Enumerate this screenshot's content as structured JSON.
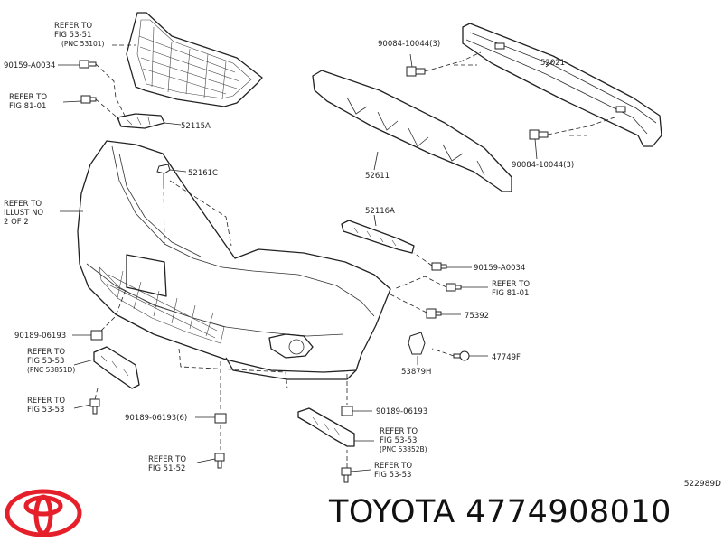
{
  "labels": {
    "grille_ref_1": "REFER TO",
    "grille_ref_2": "FIG 53-51",
    "grille_ref_3": "(PNC 53101)",
    "screw_top": "90159-A0034",
    "ref81_top_1": "REFER TO",
    "ref81_top_2": "FIG 81-01",
    "bracket_52115a": "52115A",
    "clip_52161c": "52161C",
    "illust_1": "REFER TO",
    "illust_2": "ILLUST NO",
    "illust_3": "2 OF 2",
    "bolt_top": "90084-10044(3)",
    "reinf_52021": "52021",
    "absorber_52611": "52611",
    "bolt_bottom": "90084-10044(3)",
    "retainer_52116a": "52116A",
    "screw_mid": "90159-A0034",
    "ref81_mid_1": "REFER TO",
    "ref81_mid_2": "FIG 81-01",
    "nut_75392": "75392",
    "fog_47749f": "47749F",
    "part_53879h": "53879H",
    "nut_left": "90189-06193",
    "ref5353l_1": "REFER TO",
    "ref5353l_2": "FIG 53-53",
    "ref5353l_3": "(PNC 53851D)",
    "ref5353b_1": "REFER TO",
    "ref5353b_2": "FIG 53-53",
    "nut_center": "90189-06193(6)",
    "ref5152_1": "REFER TO",
    "ref5152_2": "FIG 51-52",
    "nut_right": "90189-06193",
    "ref5353r_1": "REFER TO",
    "ref5353r_2": "FIG 53-53",
    "ref5353r_3": "(PNC 53852B)",
    "ref5353rb_1": "REFER TO",
    "ref5353rb_2": "FIG 53-53"
  },
  "diagram_code": "522989D",
  "brand": {
    "title": "TOYOTA 4774908010",
    "logo_icon": "toyota-logo",
    "logo_color": "#e5202a"
  }
}
